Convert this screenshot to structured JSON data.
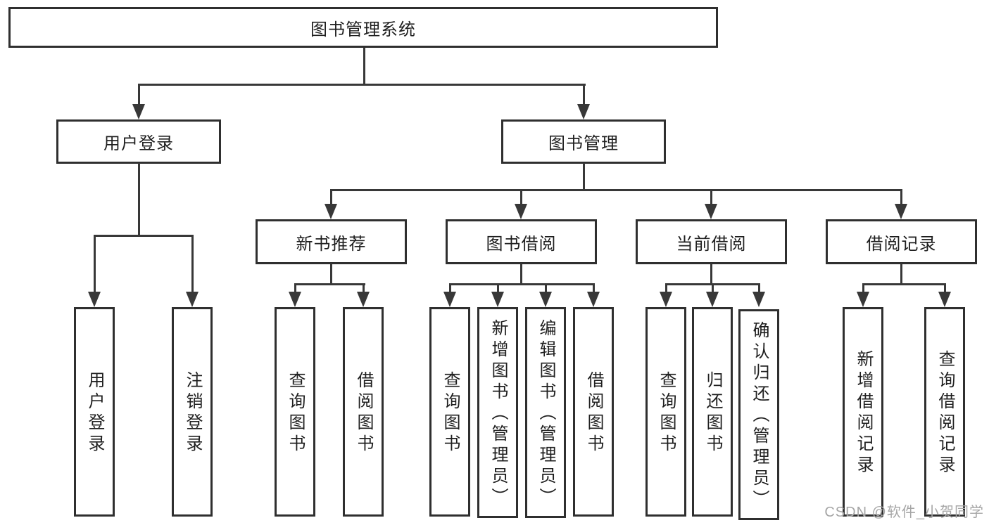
{
  "title": {
    "root": "图书管理系统"
  },
  "level2": {
    "user_login": "用户登录",
    "book_management": "图书管理"
  },
  "level3": {
    "new_book_recommend": "新书推荐",
    "book_borrowing": "图书借阅",
    "current_borrowing": "当前借阅",
    "borrowing_records": "借阅记录"
  },
  "leaves": {
    "user_login": "用户登录",
    "logout": "注销登录",
    "nbr_query_books": "查询图书",
    "nbr_borrow_books": "借阅图书",
    "bb_query_books": "查询图书",
    "bb_add_books_admin": "新增图书（管理员）",
    "bb_edit_books_admin": "编辑图书（管理员）",
    "bb_borrow_books": "借阅图书",
    "cb_query_books": "查询图书",
    "cb_return_books": "归还图书",
    "cb_confirm_return_admin": "确认归还（管理员）",
    "br_add_record": "新增借阅记录",
    "br_query_record": "查询借阅记录"
  },
  "watermark": {
    "text": "CSDN @软件_小贺同学"
  },
  "palette": {
    "line": "#383838",
    "border": "#2f2f2f",
    "text": "#1f1f1f",
    "watermark": "#a6a6a6",
    "background": "#ffffff"
  }
}
